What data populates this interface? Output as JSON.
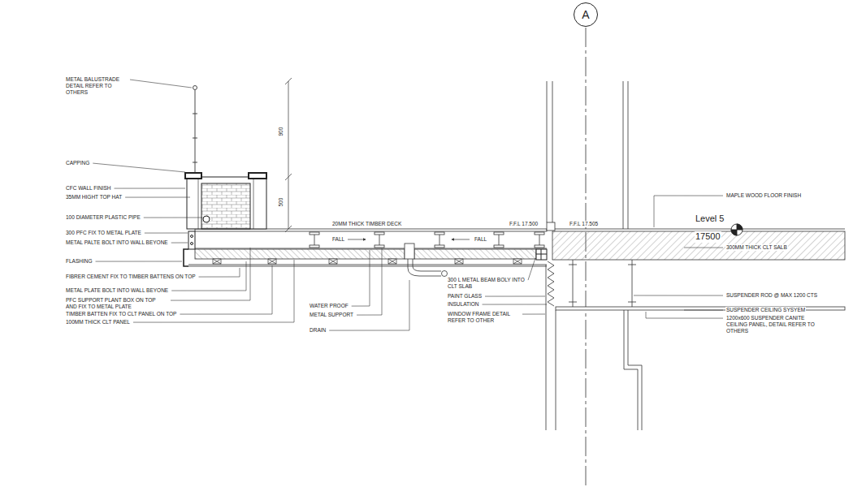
{
  "diagram": {
    "nodes": [
      {
        "text": [
          "A"
        ]
      }
    ],
    "labels": [
      "METAL BALUSTRADE DETAIL REFER TO OTHERS",
      "CAPPING",
      "CFC WALL FINISH",
      "35MM HIGHT TOP HAT",
      "100 DIAMETER PLASTIC PIPE",
      "300 PFC FIX TO METAL PLATE",
      "METAL PALTE BOLT INTO WALL BEYONE",
      "FLASHING",
      "FIBRER CEMENT FIX TO TIMBER BATTENS ON TOP",
      "METAL PLATE BOLT INTO WALL BEYONE",
      "PFC SUPPORT PLANT BOX ON TOP AND FIX TO METAL PLATE",
      "TIMBER BATTEN FIX TO CLT PANEL ON TOP",
      "100MM THICK CLT PANEL",
      "900",
      "500",
      "20MM THICK TIMBER DECK",
      "F.F.L 17.500",
      "FALL",
      "FALL",
      "WATER PROOF",
      "METAL SUPPORT",
      "DRAIN",
      "300 L METAL BEAM BOLY INTO CLT SLAB",
      "PAINT GLASS",
      "INSULATION",
      "WINDOW FRAME DETAIL REFER TO OTHER",
      "F.F.L 17.505",
      "MAPLE WOOD FLOOR FINISH",
      "Level 5",
      "17500",
      "300MM THICK CLT SALB",
      "SUSPENDER ROD @ MAX 1200 CTS",
      "SUSPENDER CEILING SYSYEM",
      "1200x600 SUSPENDER CANITE CEILING PANEL, DETAIL REFER TO OTHERS"
    ]
  }
}
